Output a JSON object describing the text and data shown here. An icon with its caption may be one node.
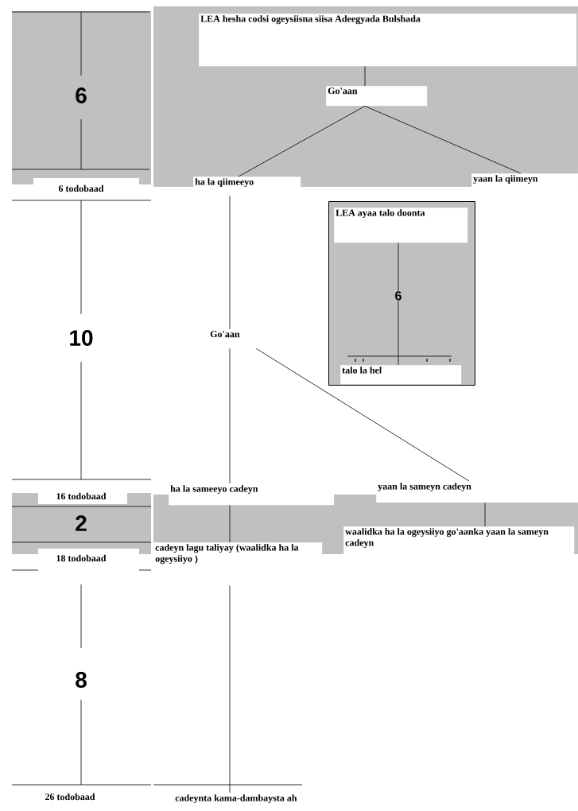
{
  "diagram": {
    "nodes": [
      {
        "text": [
          "LEA hesha codsi ogeysiisna siisa Adeegyada Bulshada"
        ]
      },
      {
        "text": [
          "Go'aan"
        ]
      },
      {
        "text": [
          "ha la qiimeeyo"
        ]
      },
      {
        "text": [
          "yaan la qiimeyn"
        ]
      },
      {
        "text": [],
        "shape": "box"
      },
      {
        "text": [
          "LEA ayaa talo doonta"
        ],
        "in": 4
      },
      {
        "text": [
          "talo la hel"
        ],
        "in": 4
      },
      {
        "text": [
          "Go'aan"
        ]
      },
      {
        "text": [
          "ha la sameeyo cadeyn"
        ]
      },
      {
        "text": [
          "yaan la sameyn cadeyn"
        ]
      },
      {
        "text": [
          "cadeyn lagu taliyay (waalidka ha la ogeysiiyo )"
        ]
      },
      {
        "text": [
          "waalidka ha la ogeysiiyo go'aanka yaan la sameyn cadeyn"
        ]
      },
      {
        "text": [
          "cadeynta kama-dambaysta ah"
        ]
      }
    ],
    "edges": [
      {
        "from": 0,
        "to": 1,
        "arrow": "none"
      },
      {
        "from": 1,
        "to": 2,
        "arrow": "none"
      },
      {
        "from": 1,
        "to": 3,
        "arrow": "none"
      },
      {
        "from": 2,
        "to": 7,
        "arrow": "none"
      },
      {
        "from": 5,
        "to": 6,
        "arrow": "none"
      },
      {
        "from": 7,
        "to": 8,
        "arrow": "none"
      },
      {
        "from": 7,
        "to": 9,
        "arrow": "none"
      },
      {
        "from": 8,
        "to": 10,
        "arrow": "none"
      },
      {
        "from": 9,
        "to": 11,
        "arrow": "none"
      },
      {
        "from": 10,
        "to": 12,
        "arrow": "none"
      }
    ],
    "labels": [
      "6",
      "6 todobaad",
      "10",
      "16 todobaad",
      "2",
      "18 todobaad",
      "8",
      "26 todobaad",
      "6"
    ]
  }
}
